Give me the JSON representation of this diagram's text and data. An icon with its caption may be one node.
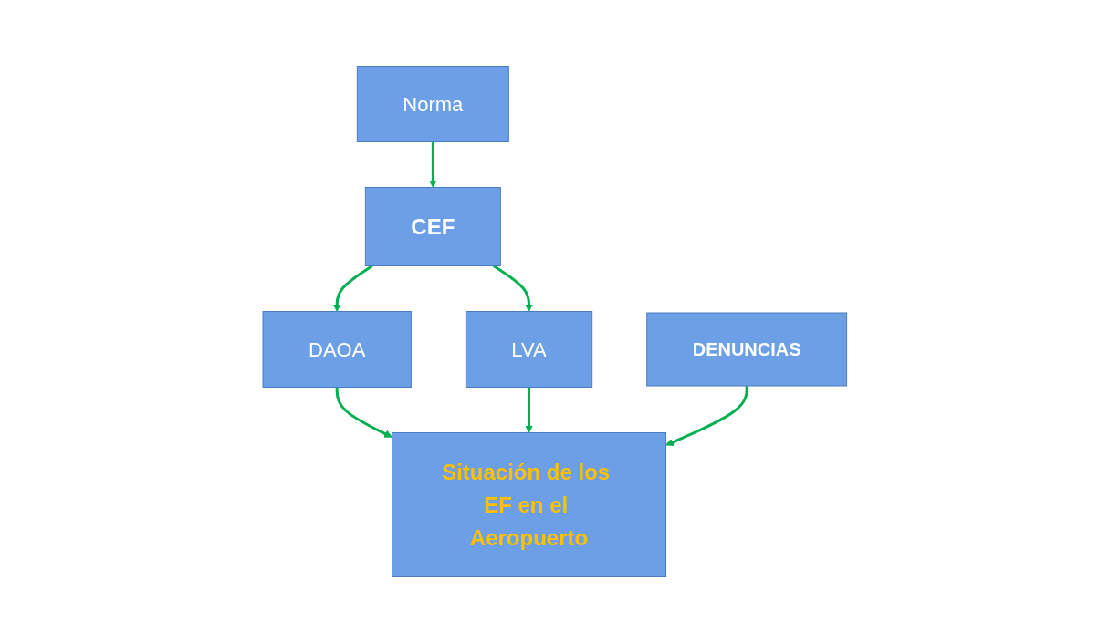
{
  "diagram": {
    "nodes": [
      {
        "text": [
          "Norma"
        ]
      },
      {
        "text": [
          "CEF"
        ]
      },
      {
        "text": [
          "DAOA"
        ]
      },
      {
        "text": [
          "LVA"
        ]
      },
      {
        "text": [
          "Situación de los EF en el Aeropuerto"
        ]
      },
      {
        "text": [
          "DENUNCIAS"
        ]
      }
    ],
    "edges": [
      {
        "from": 0,
        "to": 1,
        "arrow": "to"
      },
      {
        "from": 1,
        "to": 2,
        "arrow": "to"
      },
      {
        "from": 1,
        "to": 3,
        "arrow": "to"
      },
      {
        "from": 2,
        "to": 4,
        "arrow": "to"
      },
      {
        "from": 3,
        "to": 4,
        "arrow": "to"
      },
      {
        "from": 5,
        "to": 4,
        "arrow": "to"
      }
    ]
  }
}
